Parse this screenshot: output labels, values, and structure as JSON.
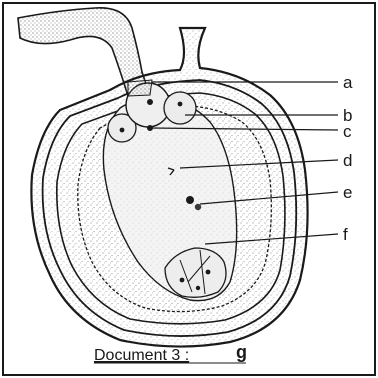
{
  "labels": {
    "a": "a",
    "b": "b",
    "c": "c",
    "d": "d",
    "e": "e",
    "f": "f"
  },
  "caption": {
    "text": "Document 3 :",
    "letter": "g"
  },
  "colors": {
    "ink": "#1a1a1a",
    "stipple": "#7a7a7a",
    "paper": "#ffffff"
  }
}
